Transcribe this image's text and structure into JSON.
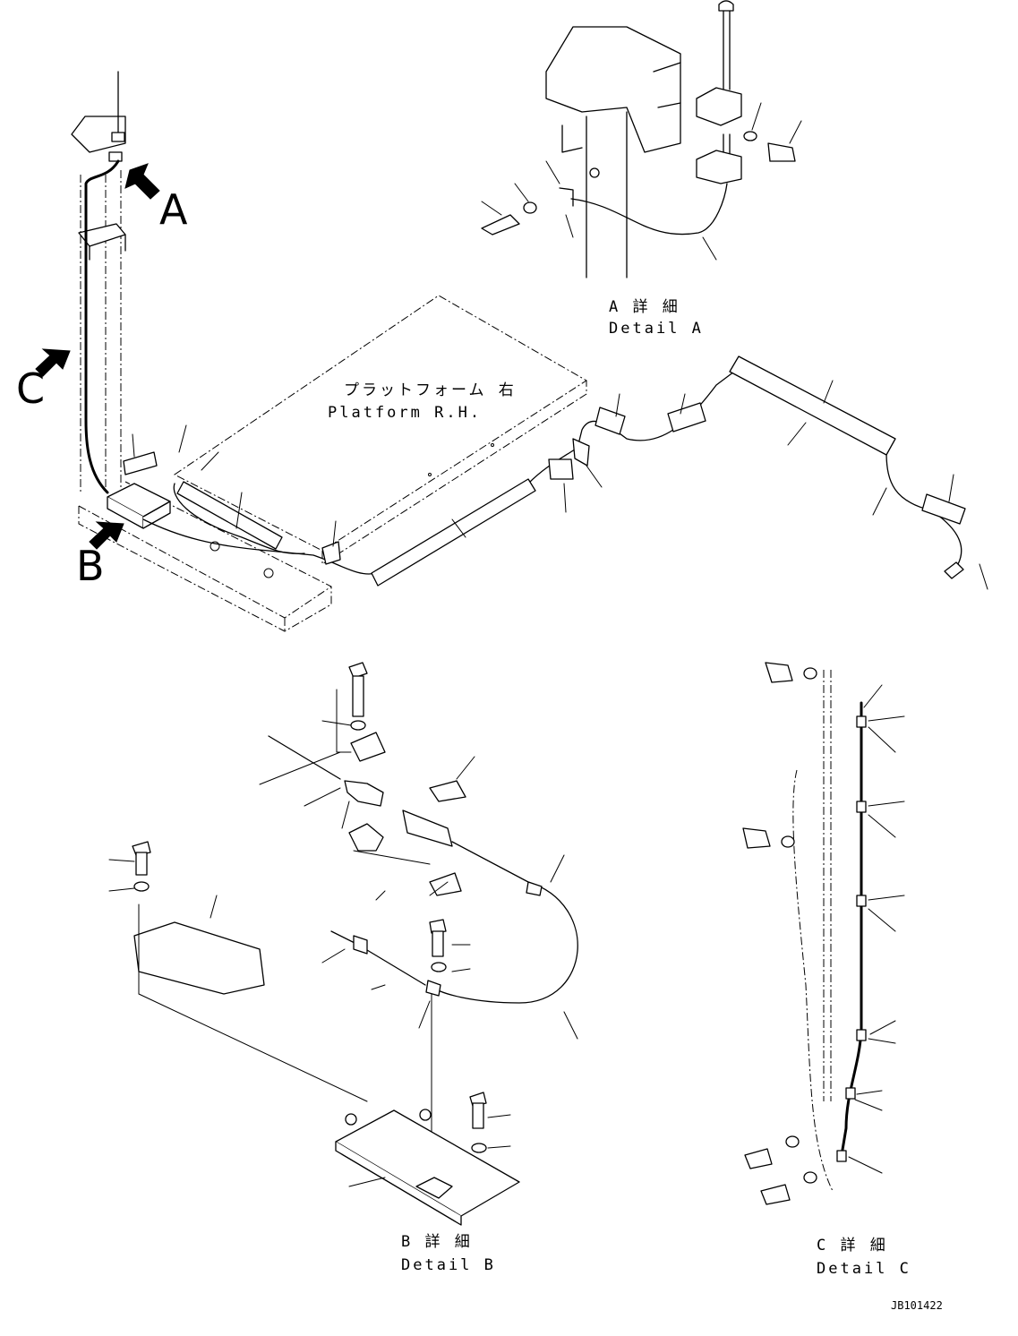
{
  "view_labels": {
    "a": "A",
    "b": "B",
    "c": "C"
  },
  "platform_label": {
    "jp": "プラットフォーム 右",
    "en": "Platform R.H."
  },
  "details": {
    "a": {
      "jp": "A 詳 細",
      "en": "Detail A"
    },
    "b": {
      "jp": "B 詳 細",
      "en": "Detail B"
    },
    "c": {
      "jp": "C 詳 細",
      "en": "Detail C"
    }
  },
  "drawing_code": "JB101422",
  "icons": {
    "view_arrow": "view-arrow-icon"
  }
}
